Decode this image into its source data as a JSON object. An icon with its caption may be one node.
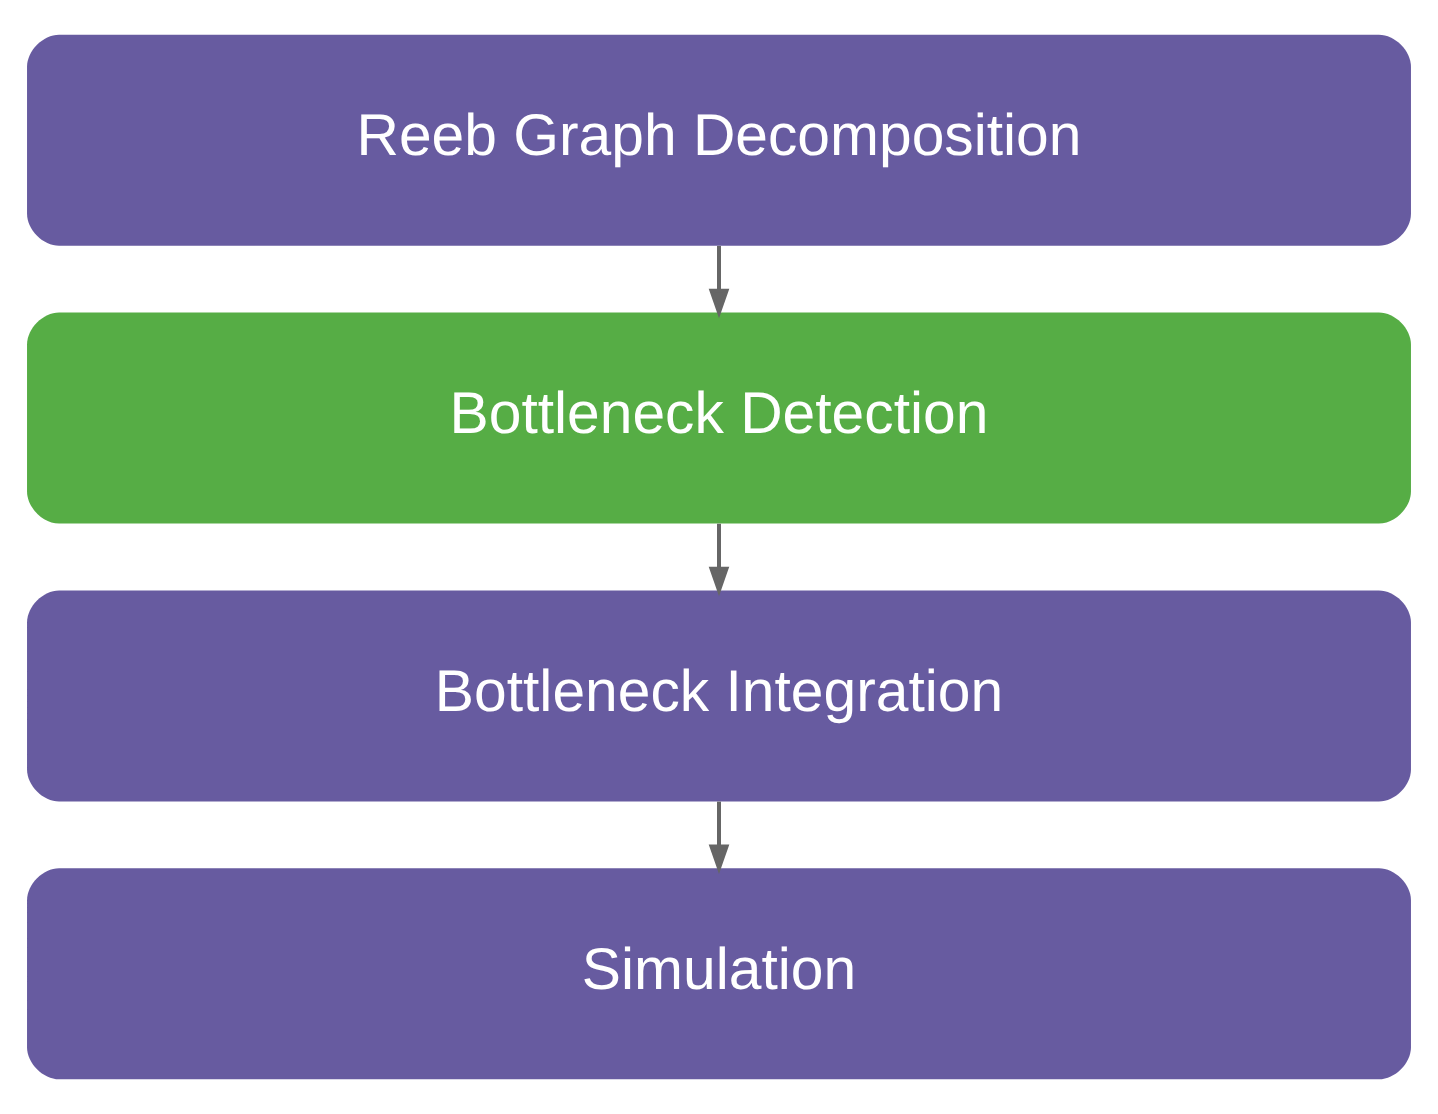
{
  "diagram": {
    "nodes": [
      {
        "text": [
          "Reeb Graph Decomposition"
        ]
      },
      {
        "text": [
          "Bottleneck Detection"
        ]
      },
      {
        "text": [
          "Bottleneck Integration"
        ]
      },
      {
        "text": [
          "Simulation"
        ]
      }
    ],
    "edges": [
      {
        "from": 0,
        "to": 1,
        "arrow": "to"
      },
      {
        "from": 1,
        "to": 2,
        "arrow": "to"
      },
      {
        "from": 2,
        "to": 3,
        "arrow": "to"
      }
    ]
  }
}
